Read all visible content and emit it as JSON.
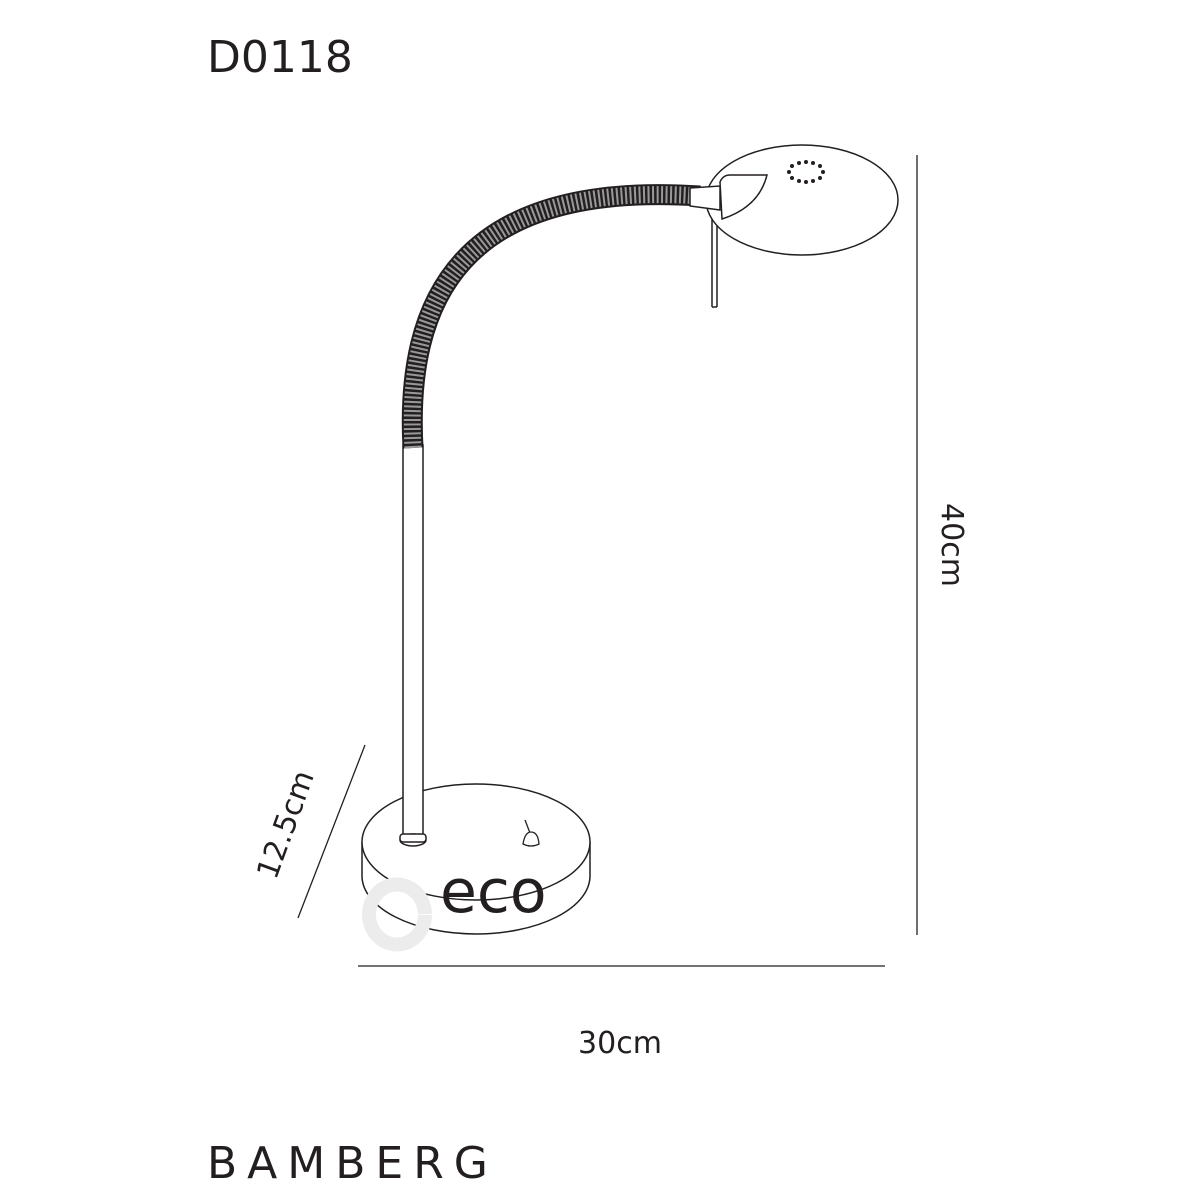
{
  "product_code": "D0118",
  "product_name": "BAMBERG",
  "dimensions": {
    "height": "40cm",
    "width": "30cm",
    "base_diameter": "12.5cm"
  },
  "watermark": "deco",
  "colors": {
    "line": "#231f20",
    "watermark": "#ececec"
  }
}
